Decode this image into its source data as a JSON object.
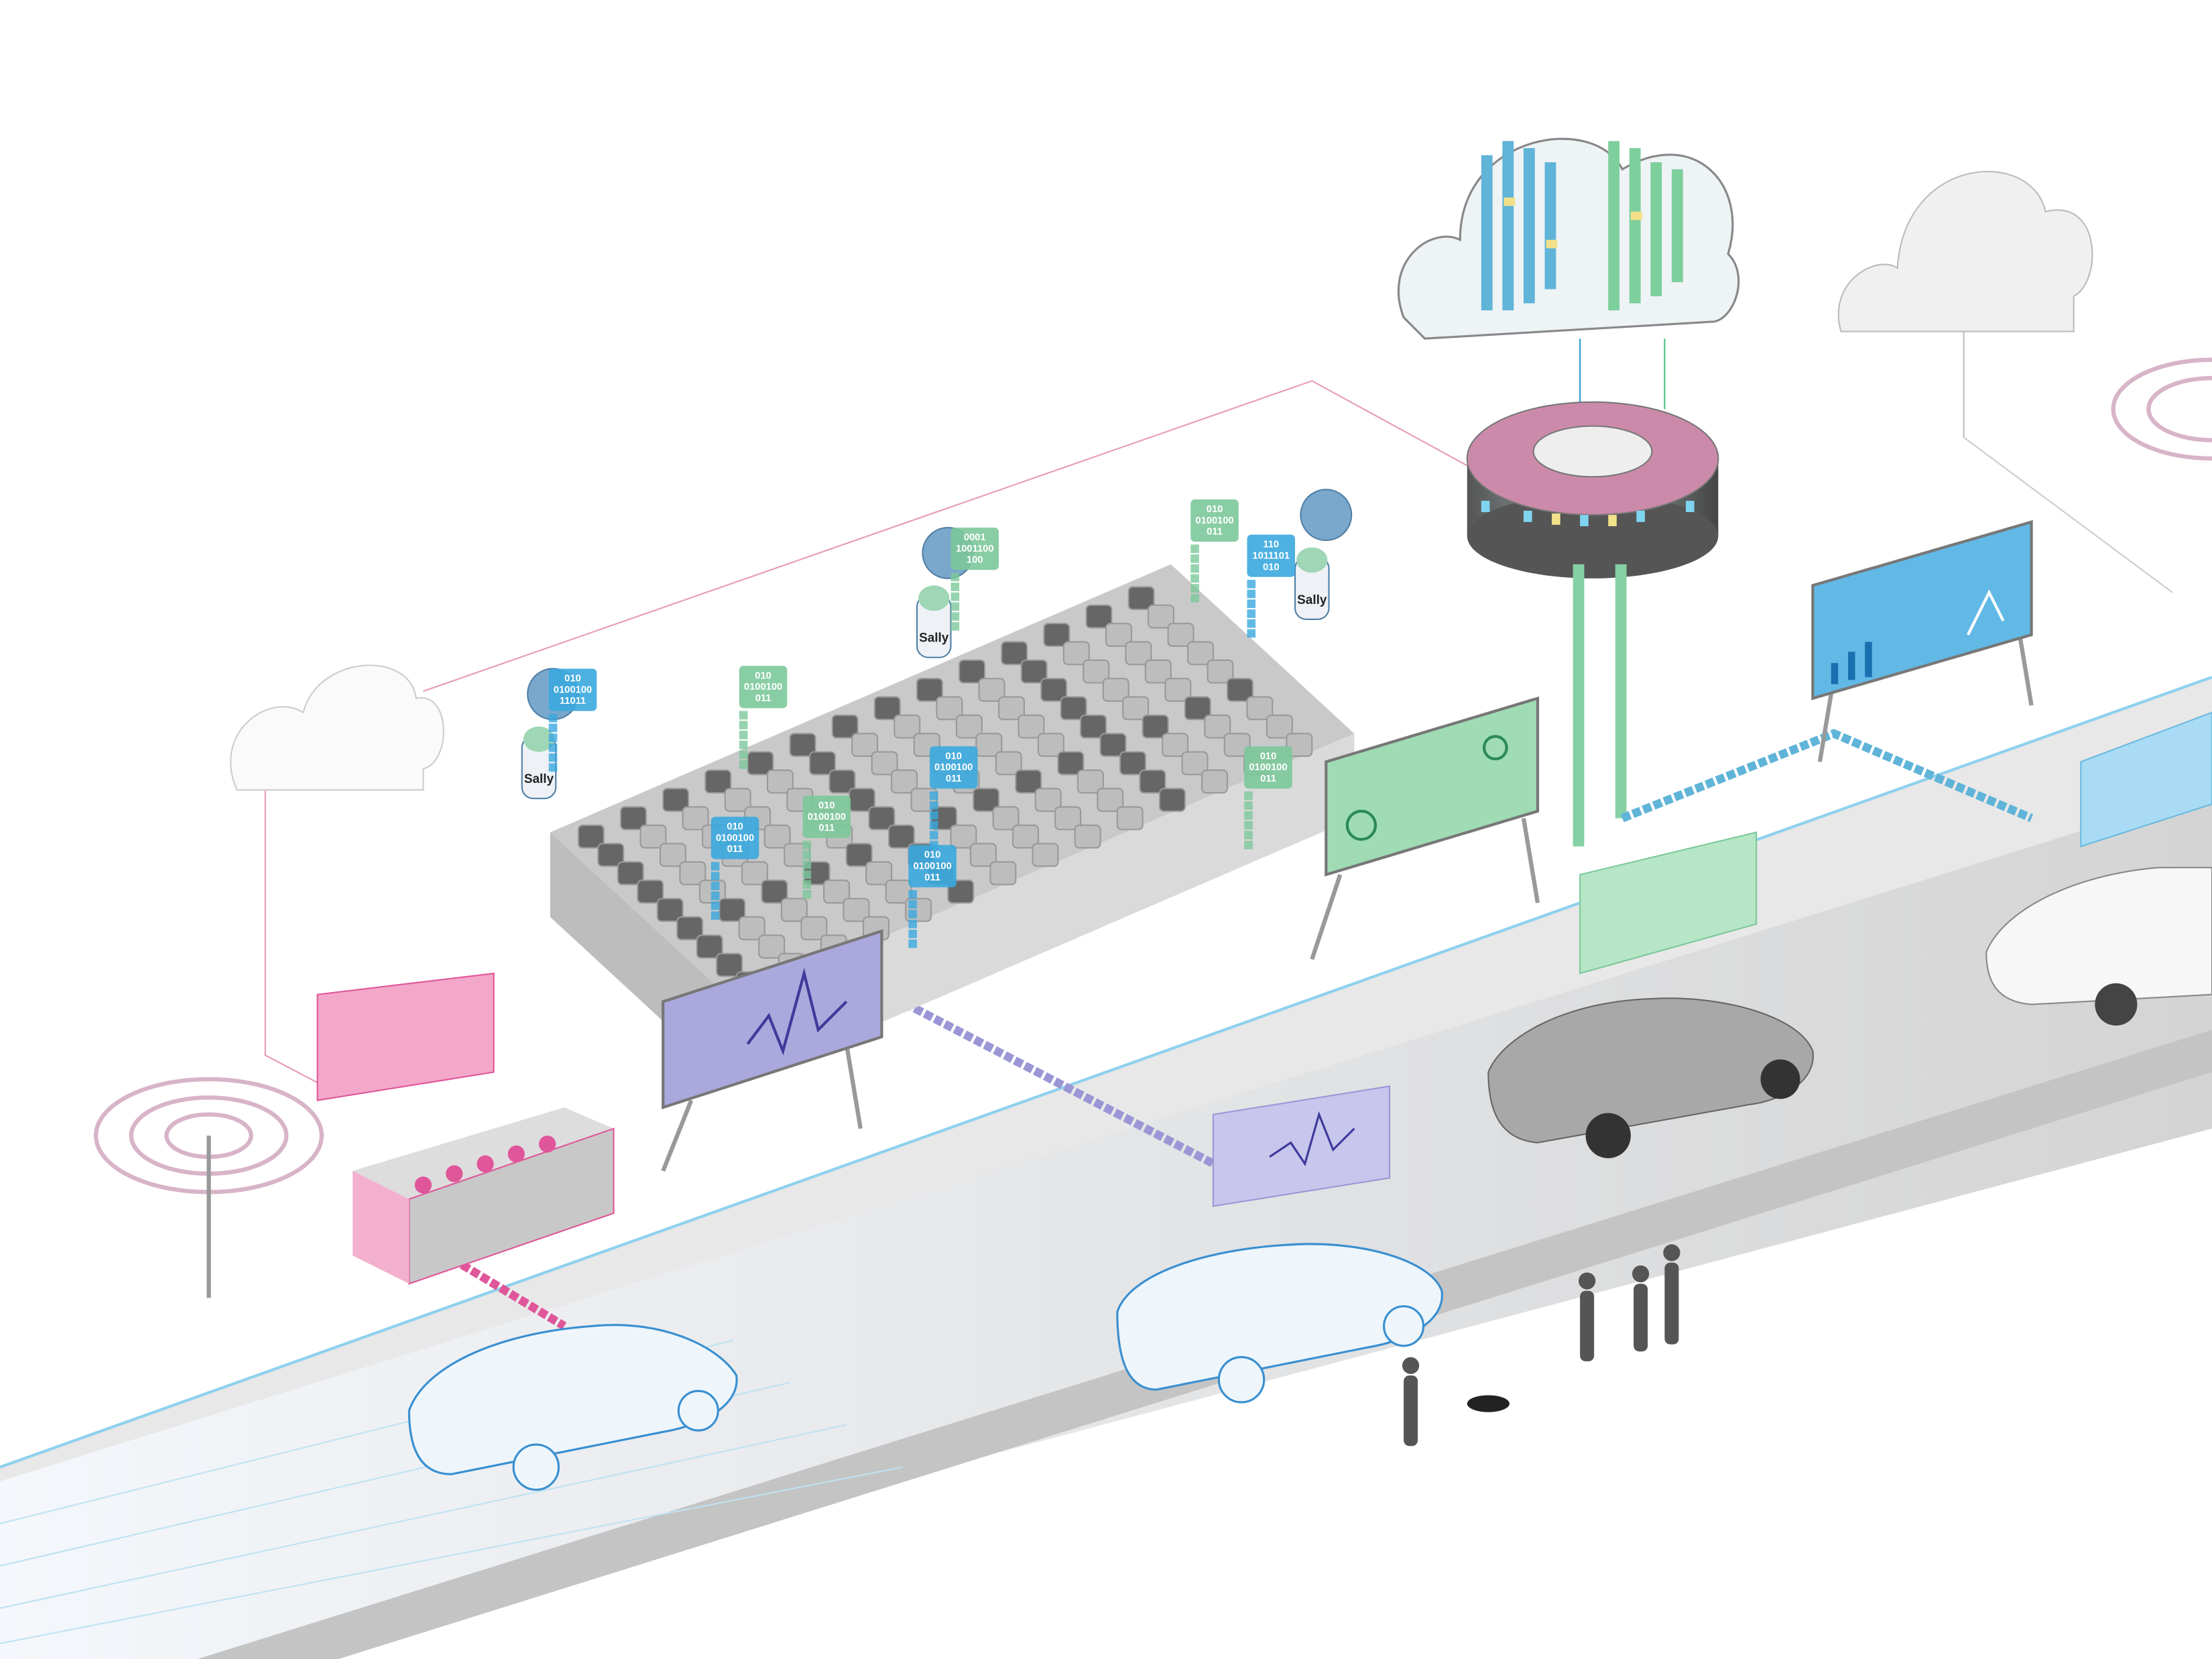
{
  "colors": {
    "pink": "#e0569a",
    "blue": "#3aa8de",
    "green": "#7cc89a",
    "purple": "#9b97d6",
    "road": "#d6d6d6",
    "seat": "#bdbdbd"
  },
  "assistants": [
    {
      "label": "Sally"
    },
    {
      "label": "Sally"
    },
    {
      "label": "Sally"
    }
  ],
  "data_tags": [
    {
      "color": "blue",
      "lines": [
        "010",
        "0100100",
        "11011"
      ]
    },
    {
      "color": "green",
      "lines": [
        "0001",
        "1001100",
        "100"
      ]
    },
    {
      "color": "green",
      "lines": [
        "010",
        "0100100",
        "011"
      ]
    },
    {
      "color": "blue",
      "lines": [
        "110",
        "1011101",
        "010"
      ]
    },
    {
      "color": "green",
      "lines": [
        "010",
        "0100100",
        "011"
      ]
    },
    {
      "color": "blue",
      "lines": [
        "010",
        "0100100",
        "011"
      ]
    },
    {
      "color": "green",
      "lines": [
        "010",
        "0100100",
        "011"
      ]
    },
    {
      "color": "blue",
      "lines": [
        "010",
        "0100100",
        "011"
      ]
    },
    {
      "color": "blue",
      "lines": [
        "010",
        "0100100",
        "011"
      ]
    },
    {
      "color": "green",
      "lines": [
        "010",
        "0100100",
        "011"
      ]
    }
  ]
}
